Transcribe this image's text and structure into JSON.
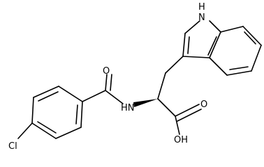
{
  "molecule": {
    "labels": {
      "indole_nh": "H",
      "indole_n": "N",
      "amide_o": "O",
      "amide_nh": "HN",
      "acid_o": "O",
      "acid_oh": "OH",
      "chlorine": "Cl"
    },
    "colors": {
      "bond": "#000000",
      "text": "#000000",
      "background": "#ffffff"
    }
  }
}
